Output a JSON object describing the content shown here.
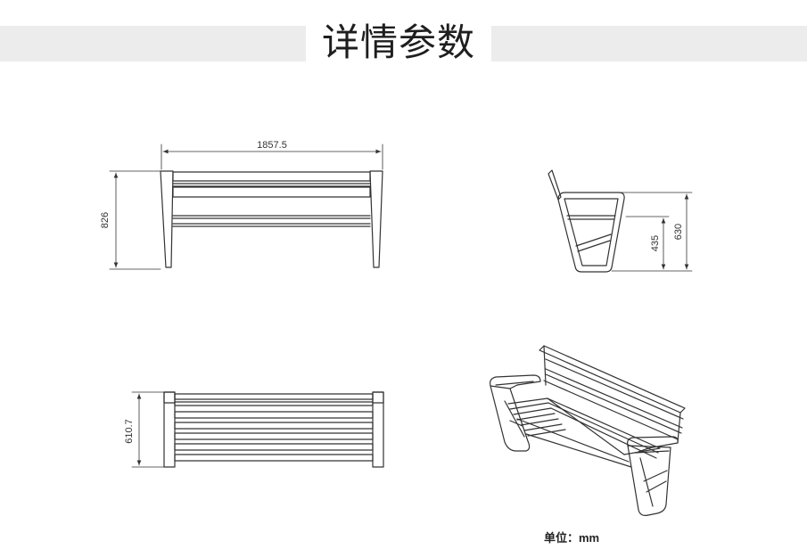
{
  "header": {
    "title": "详情参数"
  },
  "dimensions": {
    "front_width": "1857.5",
    "front_height": "826",
    "side_seat_height": "435",
    "side_total_height": "630",
    "top_depth": "610.7"
  },
  "footer": {
    "unit_label": "单位：mm"
  },
  "colors": {
    "line": "#333333",
    "band": "#ececec",
    "title": "#1e1e1e"
  }
}
